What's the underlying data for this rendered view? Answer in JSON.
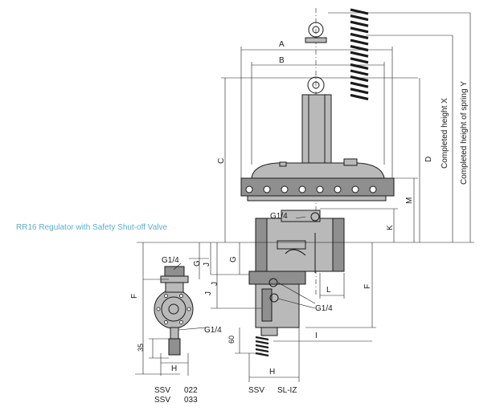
{
  "caption": "RR16 Regulator with Safety Shut-off Valve",
  "dimensions": {
    "A": "A",
    "B": "B",
    "C": "C",
    "D": "D",
    "M": "M",
    "K": "K",
    "G_left": "G",
    "J_left_top": "J",
    "J_left_bottom": "J",
    "F_left": "F",
    "G_mid": "G",
    "J_mid": "J",
    "L": "L",
    "F_right": "F",
    "I": "I",
    "H_left": "H",
    "H_mid": "H",
    "dim_35": "35",
    "dim_60": "60",
    "height_x": "Completed height  X",
    "height_y": "Completed height of spring Y"
  },
  "ports": {
    "g14_top_regulator": "G1/4",
    "g14_left_top": "G1/4",
    "g14_left_bottom": "G1/4",
    "g14_mid": "G1/4"
  },
  "variants": {
    "left_col1_row1": "SSV",
    "left_col2_row1": "022",
    "left_col1_row2": "SSV",
    "left_col2_row2": "033",
    "mid_col1": "SSV",
    "mid_col2": "SL-IZ"
  },
  "colors": {
    "caption": "#5aaed0",
    "line": "#1a1a1a",
    "body_fill": "#b9b9b9"
  }
}
